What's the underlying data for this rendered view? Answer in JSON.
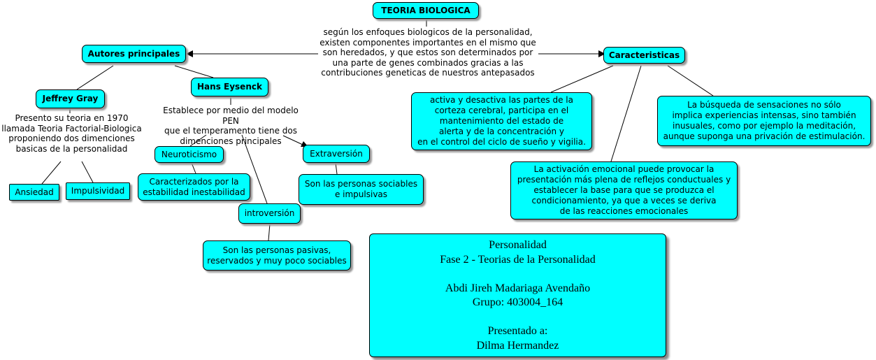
{
  "root": "TEORIA BIOLOGICA",
  "root_description": "según los enfoques biologicos de la personalidad,\nexisten componentes importantes en el mismo que\nson heredados, y que estos son determinados por\nuna parte de genes combinados gracias a las\ncontribuciones geneticas de nuestros antepasados",
  "authors": {
    "title": "Autores principales",
    "gray": {
      "name": "Jeffrey Gray",
      "description": "Presento su teoria en 1970\nllamada Teoria Factorial-Biologica\nproponiendo dos dimenciones\nbasicas de la personalidad",
      "dimensions": [
        "Ansiedad",
        "Impulsividad"
      ]
    },
    "eysenck": {
      "name": "Hans Eysenck",
      "description": "Establece por medio del modelo PEN\nque el temperamento tiene dos\ndimenciones principales",
      "neuroticismo": "Neuroticismo",
      "neuroticismo_desc": "Caracterizados por la\nestabilidad inestabilidad",
      "extraversion": "Extraversión",
      "extraversion_desc": "Son las personas sociables\ne impulsivas",
      "introversion": "introversión",
      "introversion_desc": "Son las personas pasivas,\nreservados y muy poco sociables"
    }
  },
  "characteristics": {
    "title": "Caracteristicas",
    "item1": "activa y desactiva las partes de la\ncorteza cerebral, participa en el\nmantenimiento del estado de\nalerta y de la concentración y\nen el control del ciclo de sueño y vigilia.",
    "item2": "La búsqueda de sensaciones no sólo\nimplica experiencias intensas, sino también\ninusuales, como por ejemplo la meditación,\naunque suponga una privación de estimulación.",
    "item3": "La activación emocional puede provocar la\npresentación más plena de reflejos conductuales y\nestablecer la base para que se produzca el\ncondicionamiento, ya que a veces se deriva\nde las reacciones emocionales"
  },
  "info_box": "Personalidad\nFase 2 - Teorias de la Personalidad\n\nAbdi Jireh Madariaga Avendaño\nGrupo: 403004_164\n\nPresentado a:\nDilma Hermandez",
  "colors": {
    "node_fill": "#00ffff",
    "line": "#000000",
    "shadow": "#999999"
  }
}
